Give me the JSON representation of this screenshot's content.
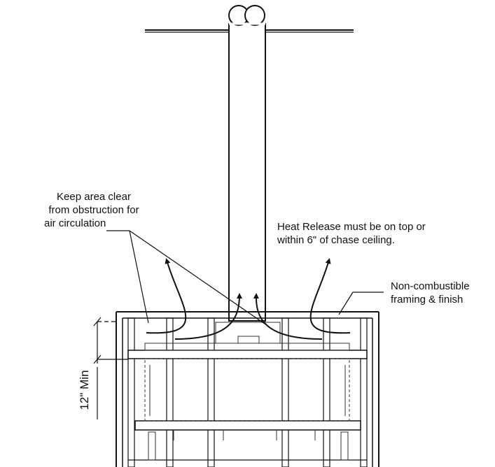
{
  "labels": {
    "keep_clear": [
      "Keep area clear",
      "from obstruction for",
      "air circulation"
    ],
    "heat_release": [
      "Heat Release must be on top or",
      "within 6\" of chase ceiling."
    ],
    "non_combustible": [
      "Non-combustible",
      "framing & finish"
    ],
    "dimension": "12\" Min"
  }
}
